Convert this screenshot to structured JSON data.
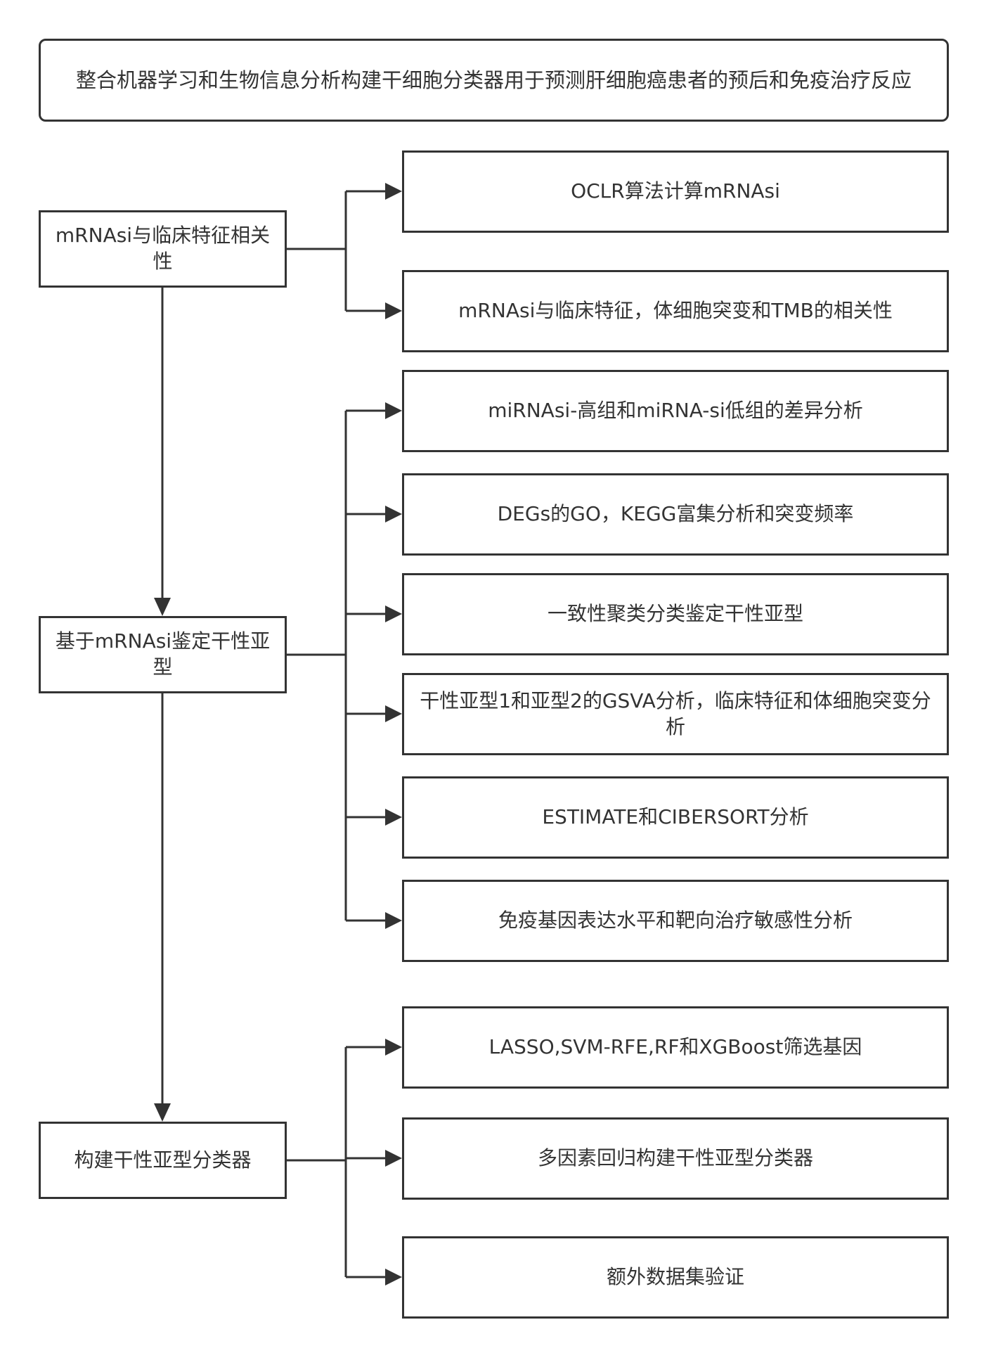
{
  "title": "整合机器学习和生物信息分析构建干细胞分类器用于预测肝细胞癌患者的预后和免疫治疗反应",
  "colors": {
    "line": "#333333",
    "box_border": "#333333",
    "text": "#333333",
    "background": "#ffffff"
  },
  "groups": [
    {
      "label": "mRNAsi与临床特征相关性",
      "items": [
        "OCLR算法计算mRNAsi",
        "mRNAsi与临床特征，体细胞突变和TMB的相关性"
      ]
    },
    {
      "label": "基于mRNAsi鉴定干性亚型",
      "items": [
        "miRNAsi-高组和miRNA-si低组的差异分析",
        "DEGs的GO，KEGG富集分析和突变频率",
        "一致性聚类分类鉴定干性亚型",
        "干性亚型1和亚型2的GSVA分析，临床特征和体细胞突变分析",
        "ESTIMATE和CIBERSORT分析",
        "免疫基因表达水平和靶向治疗敏感性分析"
      ]
    },
    {
      "label": "构建干性亚型分类器",
      "items": [
        "LASSO,SVM-RFE,RF和XGBoost筛选基因",
        "多因素回归构建干性亚型分类器",
        "额外数据集验证"
      ]
    }
  ]
}
